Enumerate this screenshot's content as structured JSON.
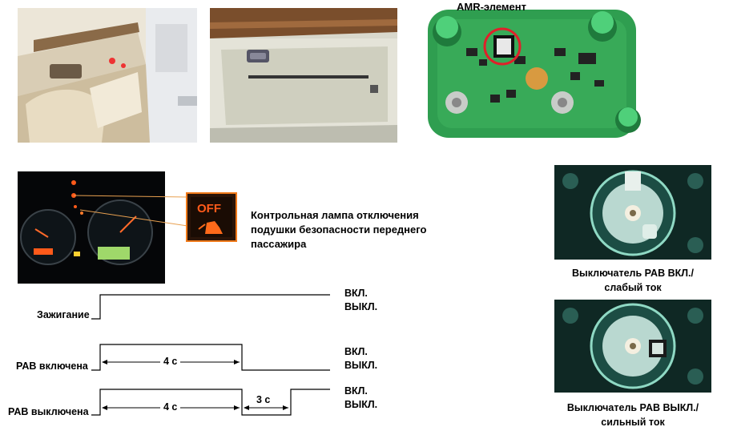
{
  "pcb": {
    "amr_label": "AMR-элемент"
  },
  "indicator": {
    "off_text": "OFF",
    "description_lines": [
      "Контрольная лампа отключения",
      "подушки безопасности переднего",
      "пассажира"
    ]
  },
  "timing": {
    "signals": [
      {
        "label": "Зажигание",
        "on": "ВКЛ.",
        "off": "ВЫКЛ."
      },
      {
        "label": "PAB включена",
        "on": "ВКЛ.",
        "off": "ВЫКЛ.",
        "duration": "4 с"
      },
      {
        "label": "PAB выключена",
        "on": "ВКЛ.",
        "off": "ВЫКЛ.",
        "duration": "4 с",
        "gap": "3 с"
      }
    ]
  },
  "switch_on": {
    "caption_lines": [
      "Выключатель PAB ВКЛ./",
      "слабый ток"
    ]
  },
  "switch_off": {
    "caption_lines": [
      "Выключатель PAB ВЫКЛ./",
      "сильный ток"
    ]
  },
  "colors": {
    "pcb_green": "#2f9e50",
    "warning_orange": "#f07a1a",
    "amr_circle": "#e0202a"
  }
}
